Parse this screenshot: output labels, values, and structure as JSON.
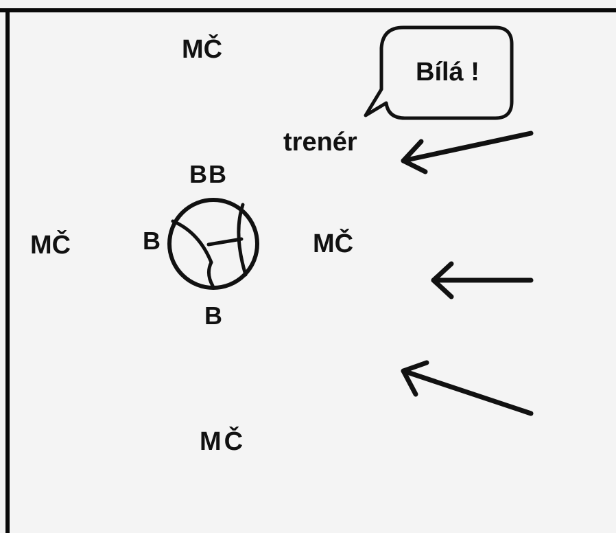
{
  "players": {
    "mc_top": "MČ",
    "mc_left": "MČ",
    "mc_right": "MČ",
    "mc_bottom": "MČ"
  },
  "ball_holders": {
    "b_top": "BB",
    "b_left": "B",
    "b_bottom": "B"
  },
  "trainer": {
    "label": "trenér",
    "speech": "Bílá !"
  },
  "colors": {
    "background": "#f4f4f4",
    "ink": "#111111"
  },
  "icons": {
    "ball": "volleyball-icon",
    "arrows": "arrow-left-icon"
  }
}
